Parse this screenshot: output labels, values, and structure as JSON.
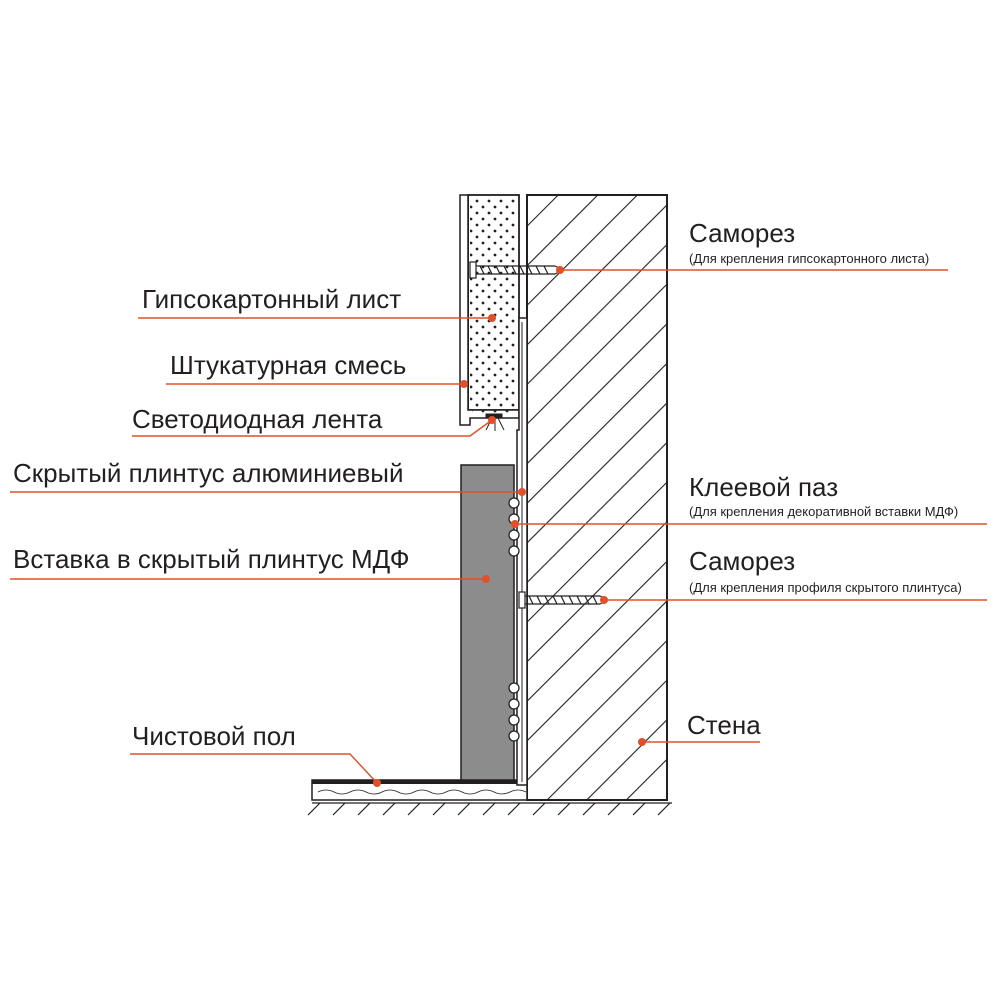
{
  "colors": {
    "leader": "#e0502a",
    "dot": "#e0502a",
    "line": "#231f20",
    "insert": "#8c8c8c",
    "background": "#ffffff"
  },
  "labels": {
    "screw_top": {
      "title": "Саморез",
      "note": "(Для крепления гипсокартонного листа)"
    },
    "drywall": "Гипсокартонный лист",
    "plaster": "Штукатурная смесь",
    "led_strip": "Светодиодная лента",
    "hidden_plinth": "Скрытый плинтус алюминиевый",
    "glue_groove": {
      "title": "Клеевой паз",
      "note": "(Для крепления декоративной вставки МДФ)"
    },
    "mdf_insert": "Вставка в скрытый плинтус МДФ",
    "screw_bottom": {
      "title": "Саморез",
      "note": "(Для крепления профиля скрытого плинтуса)"
    },
    "finish_floor": "Чистовой пол",
    "wall": "Стена"
  }
}
